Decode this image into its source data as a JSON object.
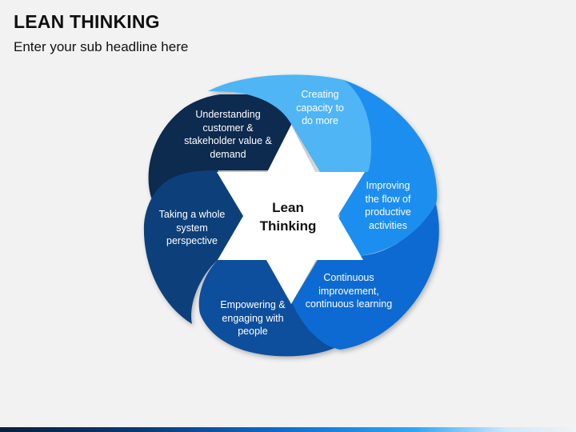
{
  "header": {
    "title": "LEAN THINKING",
    "subtitle": "Enter your sub headline here"
  },
  "diagram": {
    "center_label": "Lean\nThinking",
    "segments": [
      {
        "label": "Creating\ncapacity to\ndo more",
        "color": "#4fb5f5"
      },
      {
        "label": "Improving\nthe flow of\nproductive\nactivities",
        "color": "#1a8ef0"
      },
      {
        "label": "Continuous\nimprovement,\ncontinuous learning",
        "color": "#0a6ad2"
      },
      {
        "label": "Empowering &\nengaging with\npeople",
        "color": "#0b4f9c"
      },
      {
        "label": "Taking a whole\nsystem\nperspective",
        "color": "#0d3f7a"
      },
      {
        "label": "Understanding\ncustomer &\nstakeholder value &\ndemand",
        "color": "#0d2b4f"
      }
    ]
  }
}
